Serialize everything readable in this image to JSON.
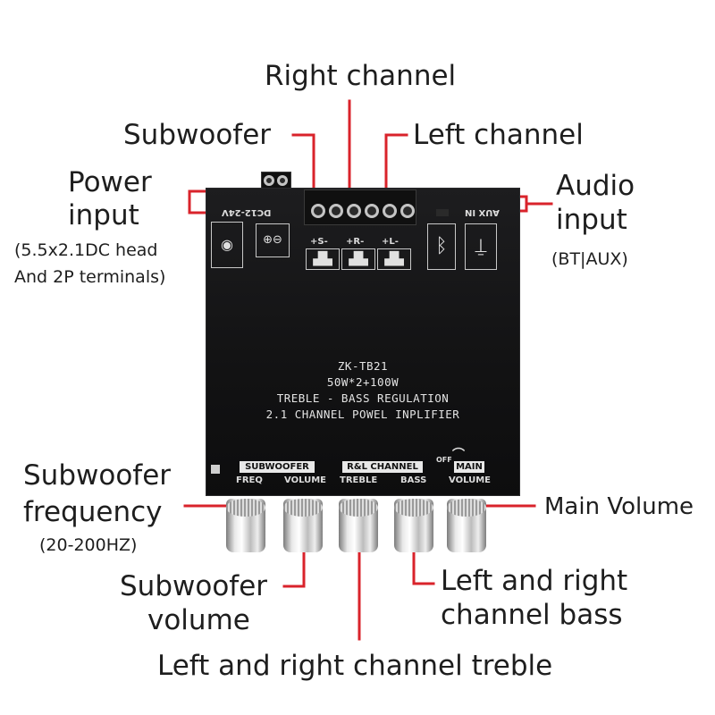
{
  "labels": {
    "right_channel": "Right channel",
    "subwoofer_top": "Subwoofer",
    "left_channel": "Left channel",
    "power_input_line1": "Power",
    "power_input_line2": "input",
    "power_input_note1": "(5.5x2.1DC head",
    "power_input_note2": "And 2P terminals)",
    "audio_input_line1": "Audio",
    "audio_input_line2": "input",
    "audio_input_note": "(BT|AUX)",
    "sub_freq_line1": "Subwoofer",
    "sub_freq_line2": "frequency",
    "sub_freq_note": "(20-200HZ)",
    "main_volume": "Main Volume",
    "sub_volume_line1": "Subwoofer",
    "sub_volume_line2": "volume",
    "lr_bass_line1": "Left and right",
    "lr_bass_line2": "channel bass",
    "lr_treble": "Left and right channel treble"
  },
  "board": {
    "model": "ZK-TB21",
    "power": "50W*2+100W",
    "feature": "TREBLE - BASS REGULATION",
    "type": "2.1 CHANNEL POWEL INPLIFIER",
    "power_silk": "DC12-24V",
    "aux_silk": "AUX IN",
    "sub_terminal_silk": "+S-",
    "right_terminal_silk": "+R-",
    "left_terminal_silk": "+L-",
    "group_subwoofer": "SUBWOOFER",
    "group_rl": "R&L CHANNEL",
    "group_main": "MAIN",
    "off_label": "OFF",
    "knob_freq": "FREQ",
    "knob_sub_volume": "VOLUME",
    "knob_treble": "TREBLE",
    "knob_bass": "BASS",
    "knob_main_volume": "VOLUME"
  },
  "colors": {
    "leader_line": "#d9232b",
    "board": "#141415",
    "text": "#1e1e1e"
  },
  "icons": [
    "power-jack-icon",
    "screw-terminal-icon",
    "speaker-icon",
    "bluetooth-icon",
    "aux-jack-icon"
  ]
}
